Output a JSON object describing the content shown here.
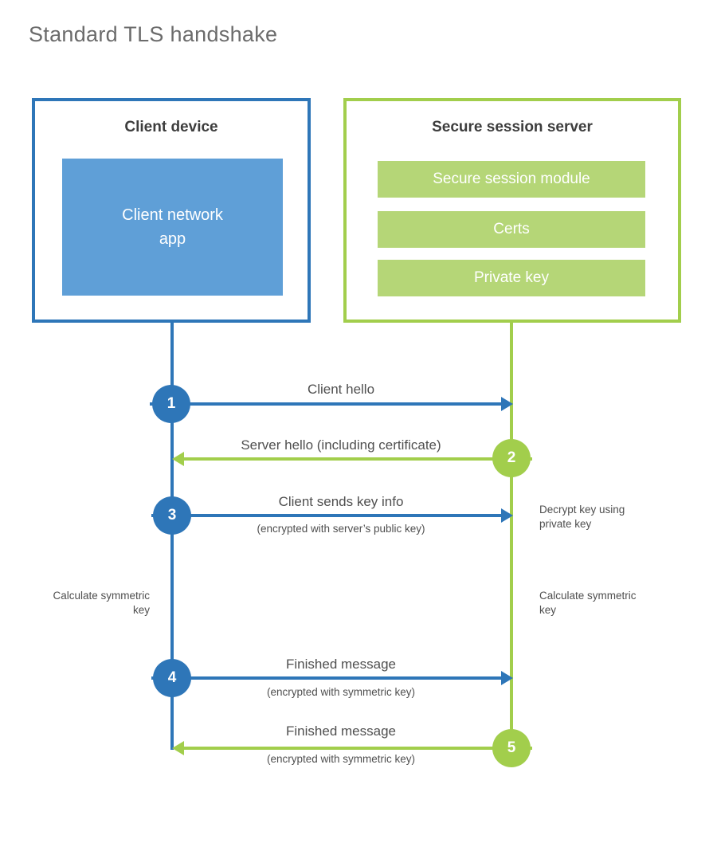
{
  "title": "Standard TLS handshake",
  "colors": {
    "blue": "#2e76b8",
    "blue_fill": "#5f9fd7",
    "green": "#a2ce4c",
    "green_fill": "#b5d677",
    "heading": "#3d3d3d",
    "text": "#4f4f4f",
    "title_gray": "#6b6b6b"
  },
  "client": {
    "title": "Client device",
    "app_label": "Client network app"
  },
  "server": {
    "title": "Secure session server",
    "modules": [
      "Secure session module",
      "Certs",
      "Private key"
    ]
  },
  "steps": [
    {
      "num": "1",
      "label": "Client hello",
      "sub": "",
      "direction": "client-to-server",
      "color": "blue"
    },
    {
      "num": "2",
      "label": "Server hello (including certificate)",
      "sub": "",
      "direction": "server-to-client",
      "color": "green"
    },
    {
      "num": "3",
      "label": "Client sends key info",
      "sub": "(encrypted with server’s public key)",
      "direction": "client-to-server",
      "color": "blue"
    },
    {
      "num": "4",
      "label": "Finished message",
      "sub": "(encrypted with symmetric key)",
      "direction": "client-to-server",
      "color": "blue"
    },
    {
      "num": "5",
      "label": "Finished message",
      "sub": "(encrypted with symmetric key)",
      "direction": "server-to-client",
      "color": "green"
    }
  ],
  "annotations": {
    "decrypt": "Decrypt key using private key",
    "calc_left": "Calculate symmetric key",
    "calc_right": "Calculate symmetric key"
  }
}
